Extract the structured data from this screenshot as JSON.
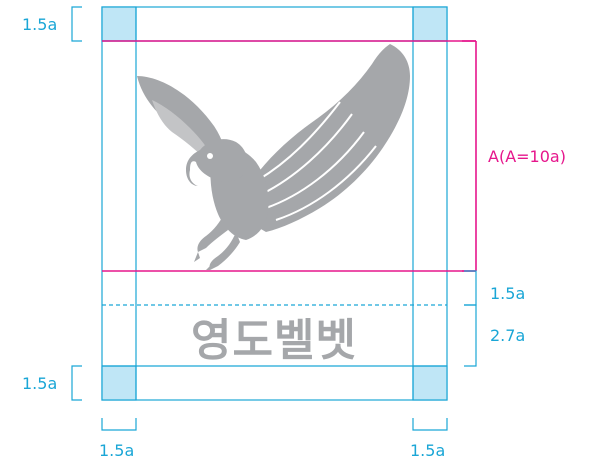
{
  "colors": {
    "guide_blue": "#1AA6D6",
    "guide_fill": "#BFE6F6",
    "accent_pink": "#E6168C",
    "logo_gray": "#A5A7AA"
  },
  "labels": {
    "top_margin": "1.5a",
    "bottom_margin": "1.5a",
    "left_margin": "1.5a",
    "right_margin": "1.5a",
    "logo_height": "A(A=10a)",
    "gap_height": "1.5a",
    "text_height": "2.7a"
  },
  "wordmark": "영도벨벳",
  "icons": {
    "logo_symbol": "eagle-icon"
  }
}
